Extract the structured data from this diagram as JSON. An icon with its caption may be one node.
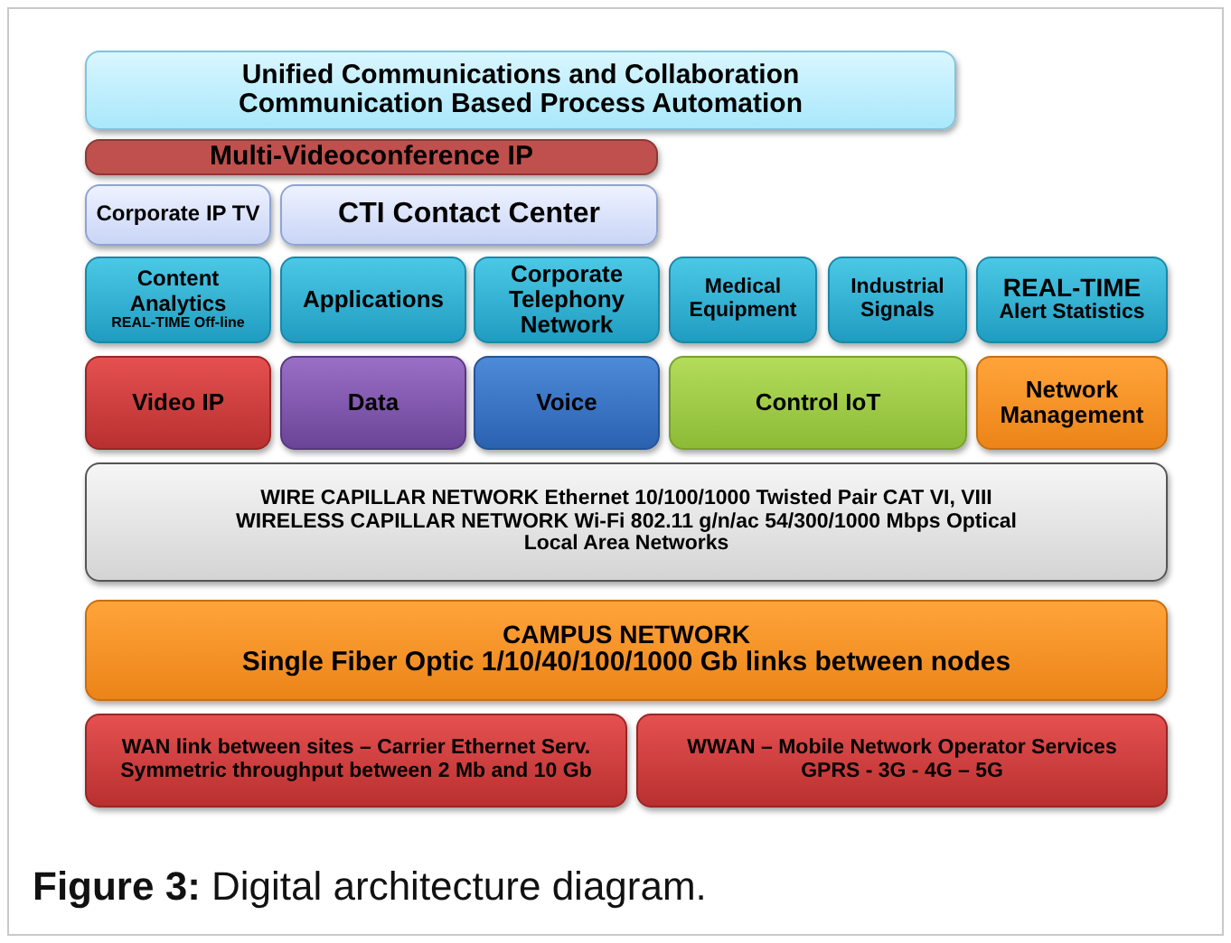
{
  "diagram": {
    "caption": "**Figure 3:** Digital architecture diagram.",
    "nodes": [
      {
        "text": [
          "Unified Communications and Collaboration Communication Based Process Automation"
        ]
      },
      {
        "text": [
          "Multi-Videoconference IP"
        ]
      },
      {
        "text": [
          "Corporate IP TV"
        ]
      },
      {
        "text": [
          "CTI Contact Center"
        ]
      },
      {
        "text": [
          "Content Analytics",
          "REAL-TIME Off-line"
        ]
      },
      {
        "text": [
          "Applications"
        ]
      },
      {
        "text": [
          "Corporate Telephony Network"
        ]
      },
      {
        "text": [
          "Medical Equipment"
        ]
      },
      {
        "text": [
          "Industrial Signals"
        ]
      },
      {
        "text": [
          "REAL-TIME",
          "Alert Statistics"
        ]
      },
      {
        "text": [
          "Video IP"
        ]
      },
      {
        "text": [
          "Data"
        ]
      },
      {
        "text": [
          "Voice"
        ]
      },
      {
        "text": [
          "Control IoT"
        ]
      },
      {
        "text": [
          "Network Management"
        ]
      },
      {
        "text": [
          "WIRE CAPILLAR NETWORK Ethernet 10/100/1000 Twisted Pair CAT VI, VIII WIRELESS CAPILLAR NETWORK Wi-Fi 802.11 g/n/ac 54/300/1000 Mbps Optical Local Area Networks"
        ]
      },
      {
        "text": [
          "CAMPUS NETWORK",
          "Single Fiber Optic 1/10/40/100/1000 Gb links between nodes"
        ]
      },
      {
        "text": [
          "WAN link between sites – Carrier Ethernet Serv. Symmetric throughput between 2 Mb and 10 Gb"
        ]
      },
      {
        "text": [
          "WWAN – Mobile Network Operator Services GPRS - 3G - 4G – 5G"
        ]
      }
    ]
  }
}
